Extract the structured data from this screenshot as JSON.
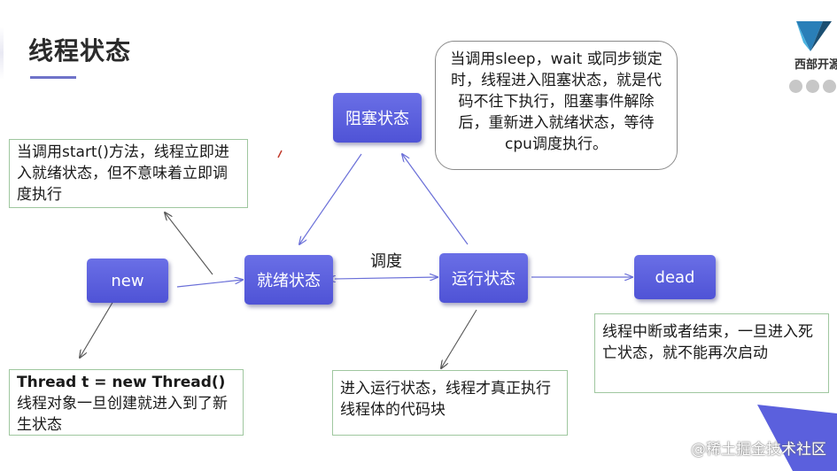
{
  "title": "线程状态",
  "brand": {
    "name": "西部开源"
  },
  "states": {
    "blocked": "阻塞状态",
    "runnable": "就绪状态",
    "running": "运行状态",
    "new": "new",
    "dead": "dead"
  },
  "edge_label": "调度",
  "notes": {
    "start": "当调用start()方法，线程立即进入就绪状态，但不意味着立即调度执行",
    "new_code": "Thread t = new Thread()",
    "new_text": "线程对象一旦创建就进入到了新生状态",
    "running": "进入运行状态，线程才真正执行线程体的代码块",
    "dead": "线程中断或者结束，一旦进入死亡状态，就不能再次启动",
    "blocked": "当调用sleep，wait 或同步锁定时，线程进入阻塞状态，就是代码不往下执行，阻塞事件解除后，重新进入就绪状态，等待cpu调度执行。"
  },
  "watermark": "@稀土掘金技术社区",
  "colors": {
    "state_fill": "#5a5fe0",
    "note_border": "#9fc79f",
    "arrow": "#555555",
    "accent": "#6f73c9"
  }
}
